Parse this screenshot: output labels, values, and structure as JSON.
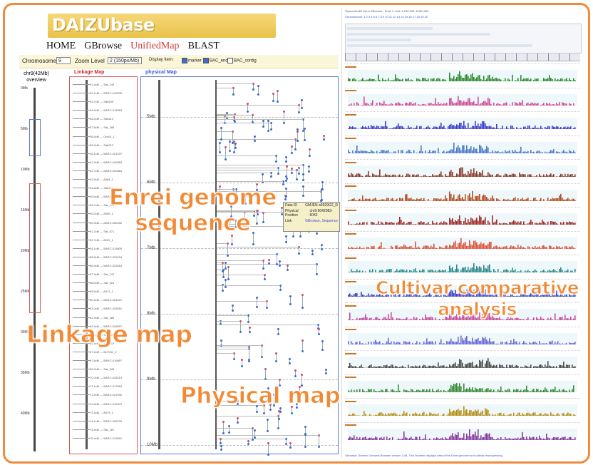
{
  "app": {
    "logo": "DAIZUbase"
  },
  "nav": {
    "items": [
      "HOME",
      "GBrowse",
      "UnifiedMap",
      "BLAST"
    ],
    "active": 2
  },
  "controls": {
    "chromosome_label": "Chromosome",
    "chromosome_value": "9",
    "zoom_label": "Zoom Level",
    "zoom_value": "2 (150px/Mb)",
    "display_label": "Display Item:",
    "display_items": [
      {
        "label": "marker",
        "checked": true
      },
      {
        "label": "BAC_end",
        "checked": true
      },
      {
        "label": "BAC_contig",
        "checked": false
      }
    ]
  },
  "overview": {
    "title_line1": "chr9(42Mb)",
    "title_line2": "overview",
    "ticks": [
      "0Mb",
      "5Mb",
      "10Mb",
      "15Mb",
      "20Mb",
      "25Mb",
      "30Mb",
      "35Mb",
      "40Mb"
    ]
  },
  "linkage": {
    "title": "Linkage Map",
    "markers": [
      "31.4cM — Sat_145",
      "32.1cM — BARC-042530",
      "33.7cM — Satt199",
      "34.9cM — BARC-014853",
      "36.2cM — Satt112",
      "37.5cM — Sat_188",
      "38.4cM — Gm19_1",
      "39.2cM — Satt212",
      "40.1cM — BARC-021037",
      "41.3cM — BARC-040854",
      "42.7cM — BARC-020864",
      "43.9cM — A084_1",
      "44.8cM — Satt163",
      "45.6cM — BARC-042331",
      "46.7cM — Sat_100",
      "49.2cM — A096_1",
      "50.3cM — BARC-052330",
      "51.2cM — Sat_071",
      "52.7cM — A202_1",
      "54.1cM — BARC-013605",
      "55.8cM — BARC-023434",
      "56.9cM — BARC-023453",
      "57.3cM — Sat_176",
      "58.0cM — Sat_015",
      "59.5cM — A371_1",
      "60.2cM — BARC-024021",
      "61.0cM — BARC-025051",
      "61.9cM — Sat_385",
      "63.3cM — BARC-026097",
      "64.1cM — Sat_026",
      "65.4cM — Sat_419",
      "67.2cM — BLT051_2",
      "67.8cM — BARC-019857",
      "69.0cM — Sat_345",
      "70.0cM — BARC-028213",
      "71.1cM — BARC-017894",
      "71.9cM — BARC-027932",
      "72.8cM — BARC-019470",
      "73.4cM — A979_1",
      "74.1cM — BARC-028703",
      "74.9cM — Sat_187",
      "75.4cM — BARC-019091"
    ]
  },
  "physical": {
    "title": "physical Map",
    "ticks": [
      "5Mb",
      "6Mb",
      "7Mb",
      "8Mb",
      "9Mb",
      "10Mb"
    ]
  },
  "tooltip": {
    "rows": [
      {
        "k": "Data ID",
        "v": "GMJEN a0929G2_R"
      },
      {
        "k": "Physical Position",
        "v": "chr9:6042083-6042"
      },
      {
        "k": "Link",
        "v": "GBrowse, Sequence"
      }
    ]
  },
  "gbrowse": {
    "title": "Glyma.Wm82 Enrei GBrowse - Enrei 9 chr9: 6,030,000..6,060,000",
    "nav": "Chromosome: 1 2 3 4 5 6 7 8 9 10 11 12 13 14 15 16 17 18 19 20",
    "footer": "Gbrowse: Generic Genome Browser version 2.48. This browser displays data of the Enrei genome and cultivar resequencing.",
    "colors": [
      "#2e8a2e",
      "#d04a9a",
      "#3a3ad0",
      "#4a7ac8",
      "#8a3a2a",
      "#b84a20",
      "#a02828",
      "#e0503a",
      "#2a8a8a",
      "#3a3ac0",
      "#c84a9a",
      "#6a6ad8",
      "#4a4a4a",
      "#3a8a3a",
      "#b8901a",
      "#8a3aa0"
    ]
  },
  "captions": {
    "linkage": "Linkage map",
    "enrei_line1": "Enrei genome",
    "enrei_line2": "sequence",
    "physical": "Physical map",
    "cultivar_line1": "Cultivar comparative",
    "cultivar_line2": "analysis"
  }
}
